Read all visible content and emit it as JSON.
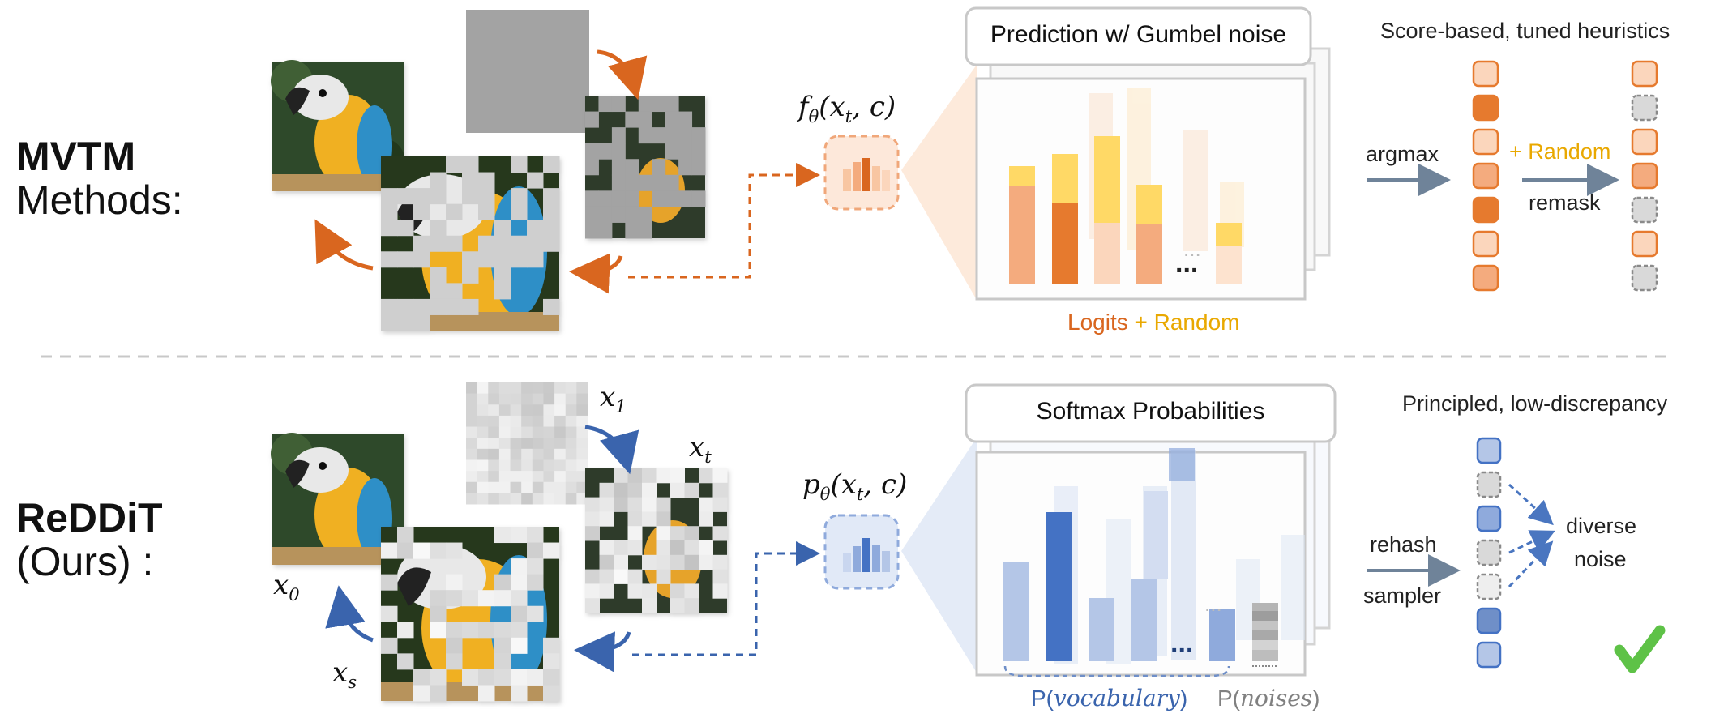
{
  "top": {
    "title_bold": "MVTM",
    "title_rest": "Methods:",
    "fn_label": "fθ(xt, c)",
    "panel_title": "Prediction w/ Gumbel noise",
    "heuristic_title": "Score-based, tuned heuristics",
    "argmax_label": "argmax",
    "random_label": "+ Random",
    "remask_label": "remask",
    "logits_label": "Logits",
    "logits_random_label": "+ Random",
    "ellipsis": "..."
  },
  "bottom": {
    "title_bold": "ReDDiT",
    "title_rest": "(Ours) :",
    "fn_label": "pθ(xt, c)",
    "panel_title": "Softmax Probabilities",
    "principled_title": "Principled, low-discrepancy",
    "rehash_label": "rehash",
    "sampler_label": "sampler",
    "diverse_label": "diverse",
    "noise_label": "noise",
    "vocab_label_prefix": "P(",
    "vocab_label_word": "vocabulary",
    "vocab_label_suffix": ")",
    "noises_label_prefix": "P(",
    "noises_label_word": "noises",
    "noises_label_suffix": ")",
    "x1": "x1",
    "xt": "xt",
    "x0": "x0",
    "xs": "xs",
    "ellipsis": "...",
    "check_icon": "check-icon"
  },
  "colors": {
    "orange_dark": "#e67a2e",
    "orange_mid": "#f4ab7e",
    "orange_light": "#fbd6bc",
    "yellow": "#ffd966",
    "blue_dark": "#4472c4",
    "blue_mid": "#8faadc",
    "blue_light": "#c9d6ef",
    "gray_token": "#c7c7c7",
    "green_check": "#5ec247"
  }
}
